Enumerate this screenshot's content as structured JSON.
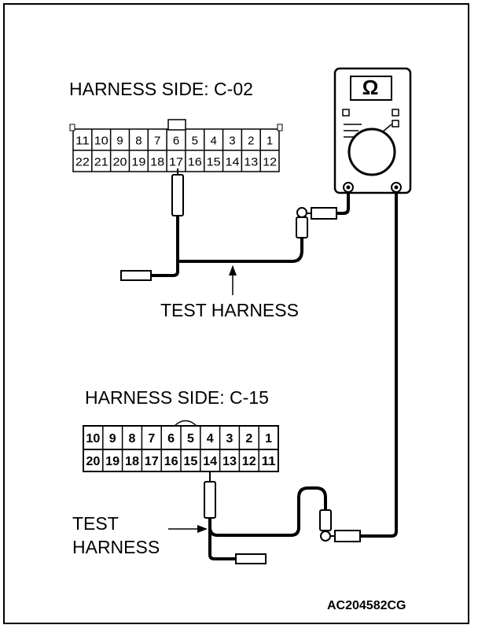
{
  "labels": {
    "harness_c02": "HARNESS SIDE: C-02",
    "harness_c15": "HARNESS SIDE: C-15",
    "test_harness_top": "TEST HARNESS",
    "test_harness_bottom_line1": "TEST",
    "test_harness_bottom_line2": "HARNESS",
    "figure_code": "AC204582CG"
  },
  "meter": {
    "symbol": "Ω"
  },
  "connector_c02": {
    "top_row": [
      "11",
      "10",
      "9",
      "8",
      "7",
      "6",
      "5",
      "4",
      "3",
      "2",
      "1"
    ],
    "bottom_row": [
      "22",
      "21",
      "20",
      "19",
      "18",
      "17",
      "16",
      "15",
      "14",
      "13",
      "12"
    ],
    "probed_pin": "17"
  },
  "connector_c15": {
    "top_row": [
      "10",
      "9",
      "8",
      "7",
      "6",
      "5",
      "4",
      "3",
      "2",
      "1"
    ],
    "bottom_row": [
      "20",
      "19",
      "18",
      "17",
      "16",
      "15",
      "14",
      "13",
      "12",
      "11"
    ],
    "probed_pin": "14"
  }
}
